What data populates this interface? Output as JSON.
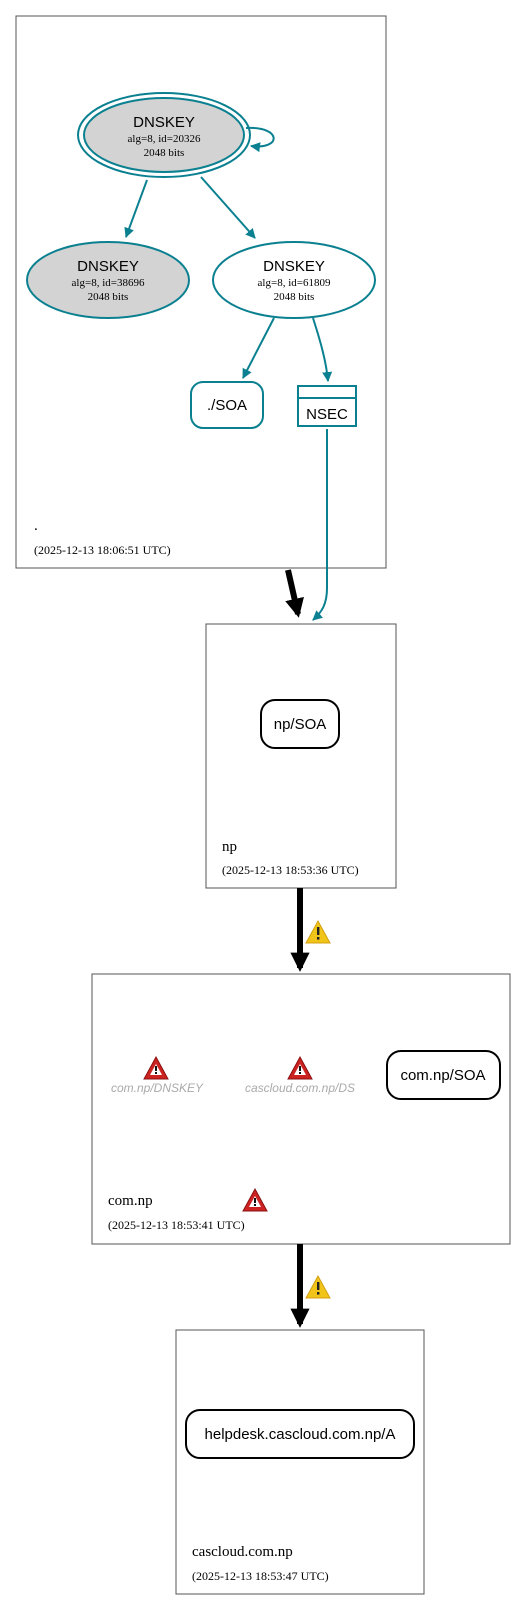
{
  "zones": {
    "root": {
      "name": ".",
      "timestamp": "(2025-12-13 18:06:51 UTC)"
    },
    "np": {
      "name": "np",
      "timestamp": "(2025-12-13 18:53:36 UTC)"
    },
    "com_np": {
      "name": "com.np",
      "timestamp": "(2025-12-13 18:53:41 UTC)"
    },
    "cascloud": {
      "name": "cascloud.com.np",
      "timestamp": "(2025-12-13 18:53:47 UTC)"
    }
  },
  "nodes": {
    "dnskey_ksk": {
      "title": "DNSKEY",
      "line1": "alg=8, id=20326",
      "line2": "2048 bits"
    },
    "dnskey_38696": {
      "title": "DNSKEY",
      "line1": "alg=8, id=38696",
      "line2": "2048 bits"
    },
    "dnskey_61809": {
      "title": "DNSKEY",
      "line1": "alg=8, id=61809",
      "line2": "2048 bits"
    },
    "root_soa": {
      "label": "./SOA"
    },
    "root_nsec": {
      "label": "NSEC"
    },
    "np_soa": {
      "label": "np/SOA"
    },
    "com_np_dnskey": {
      "label": "com.np/DNSKEY"
    },
    "cascloud_ds": {
      "label": "cascloud.com.np/DS"
    },
    "com_np_soa": {
      "label": "com.np/SOA"
    },
    "helpdesk_a": {
      "label": "helpdesk.cascloud.com.np/A"
    }
  },
  "colors": {
    "teal": "#0a8090",
    "node_fill": "#d3d3d3",
    "zone_border": "#555555",
    "delegation": "#000000",
    "error_icon": "#cc2222",
    "warning_icon": "#f0c419",
    "missing_text": "#aaaaaa"
  },
  "icons": {
    "error": "error-triangle-icon",
    "warning": "warning-triangle-icon"
  }
}
